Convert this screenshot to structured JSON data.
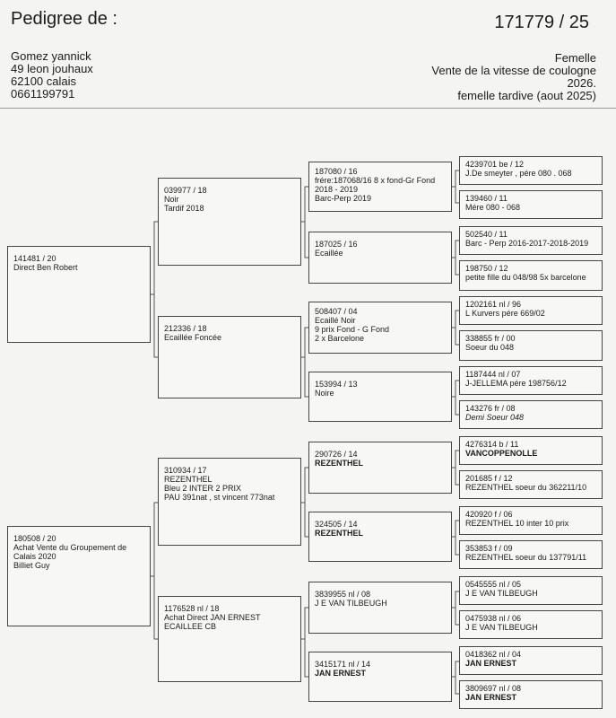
{
  "header": {
    "title": "Pedigree de :",
    "ring_number": "171779 / 25",
    "owner": [
      "Gomez yannick",
      "49 leon jouhaux",
      "62100 calais",
      "0661199791"
    ],
    "info": [
      "Femelle",
      "Vente de la vitesse de coulogne",
      "2026.",
      "femelle tardive  (aout 2025)"
    ]
  },
  "pedigree": {
    "father": {
      "ring": "141481 / 20",
      "lines": [
        "Direct Ben Robert"
      ]
    },
    "mother": {
      "ring": "180508 / 20",
      "lines": [
        "Achat Vente du Groupement de",
        "Calais 2020",
        "Billiet Guy"
      ]
    },
    "ff": {
      "ring": "039977 / 18",
      "lines": [
        "Noir",
        "Tardif 2018"
      ]
    },
    "fm": {
      "ring": "212336 / 18",
      "lines": [
        "Ecaillée Foncée"
      ]
    },
    "mf": {
      "ring": "310934 / 17",
      "lines": [
        "REZENTHEL",
        "Bleu  2 INTER 2 PRIX",
        "PAU 391nat , st vincent 773nat"
      ]
    },
    "mm": {
      "ring": "1176528 nl / 18",
      "lines": [
        "Achat Direct  JAN ERNEST",
        "ECAILLEE CB"
      ]
    },
    "fff": {
      "ring": "187080 / 16",
      "lines": [
        "frére:187068/16 8 x fond-Gr Fond",
        "2018 - 2019",
        "Barc-Perp 2019"
      ]
    },
    "ffm": {
      "ring": "187025 / 16",
      "lines": [
        "Ecaillée"
      ]
    },
    "fmf": {
      "ring": "508407 / 04",
      "lines": [
        "Ecaillé Noir",
        "9 prix Fond - G Fond",
        "2 x Barcelone"
      ]
    },
    "fmm": {
      "ring": "153994 / 13",
      "lines": [
        "Noire"
      ]
    },
    "mff": {
      "ring": "290726 / 14",
      "lines": [
        "REZENTHEL"
      ]
    },
    "mfm": {
      "ring": "324505 / 14",
      "lines": [
        "REZENTHEL"
      ]
    },
    "mmf": {
      "ring": "3839955 nl / 08",
      "lines": [
        "J E VAN TILBEUGH"
      ]
    },
    "mmm": {
      "ring": "3415171 nl / 14",
      "lines": [
        "JAN ERNEST"
      ]
    },
    "g4": [
      {
        "ring": "4239701 be / 12",
        "line": "J.De smeyter , pére 080 . 068"
      },
      {
        "ring": "139460 / 11",
        "line": "Mére 080 - 068"
      },
      {
        "ring": "502540 / 11",
        "line": "Barc - Perp 2016-2017-2018-2019"
      },
      {
        "ring": "198750 / 12",
        "line": "petite fille du 048/98 5x barcelone"
      },
      {
        "ring": "1202161 nl / 96",
        "line": "L Kurvers pére 669/02"
      },
      {
        "ring": "338855 fr / 00",
        "line": "Soeur du 048"
      },
      {
        "ring": "1187444 nl / 07",
        "line": "J-JELLEMA pére 198756/12"
      },
      {
        "ring": "143276 fr / 08",
        "line": "Demi Soeur 048"
      },
      {
        "ring": "4276314 b  / 11",
        "line": "VANCOPPENOLLE"
      },
      {
        "ring": "201685 f  / 12",
        "line": "REZENTHEL soeur du 362211/10"
      },
      {
        "ring": "420920 f / 06",
        "line": "REZENTHEL 10 inter 10 prix"
      },
      {
        "ring": "353853 f / 09",
        "line": "REZENTHEL soeur du 137791/11"
      },
      {
        "ring": "0545555 nl / 05",
        "line": "J E VAN TILBEUGH"
      },
      {
        "ring": "0475938 nl / 06",
        "line": "J E VAN TILBEUGH"
      },
      {
        "ring": "0418362 nl / 04",
        "line": "JAN ERNEST"
      },
      {
        "ring": "3809697 nl / 08",
        "line": "JAN ERNEST"
      }
    ]
  }
}
